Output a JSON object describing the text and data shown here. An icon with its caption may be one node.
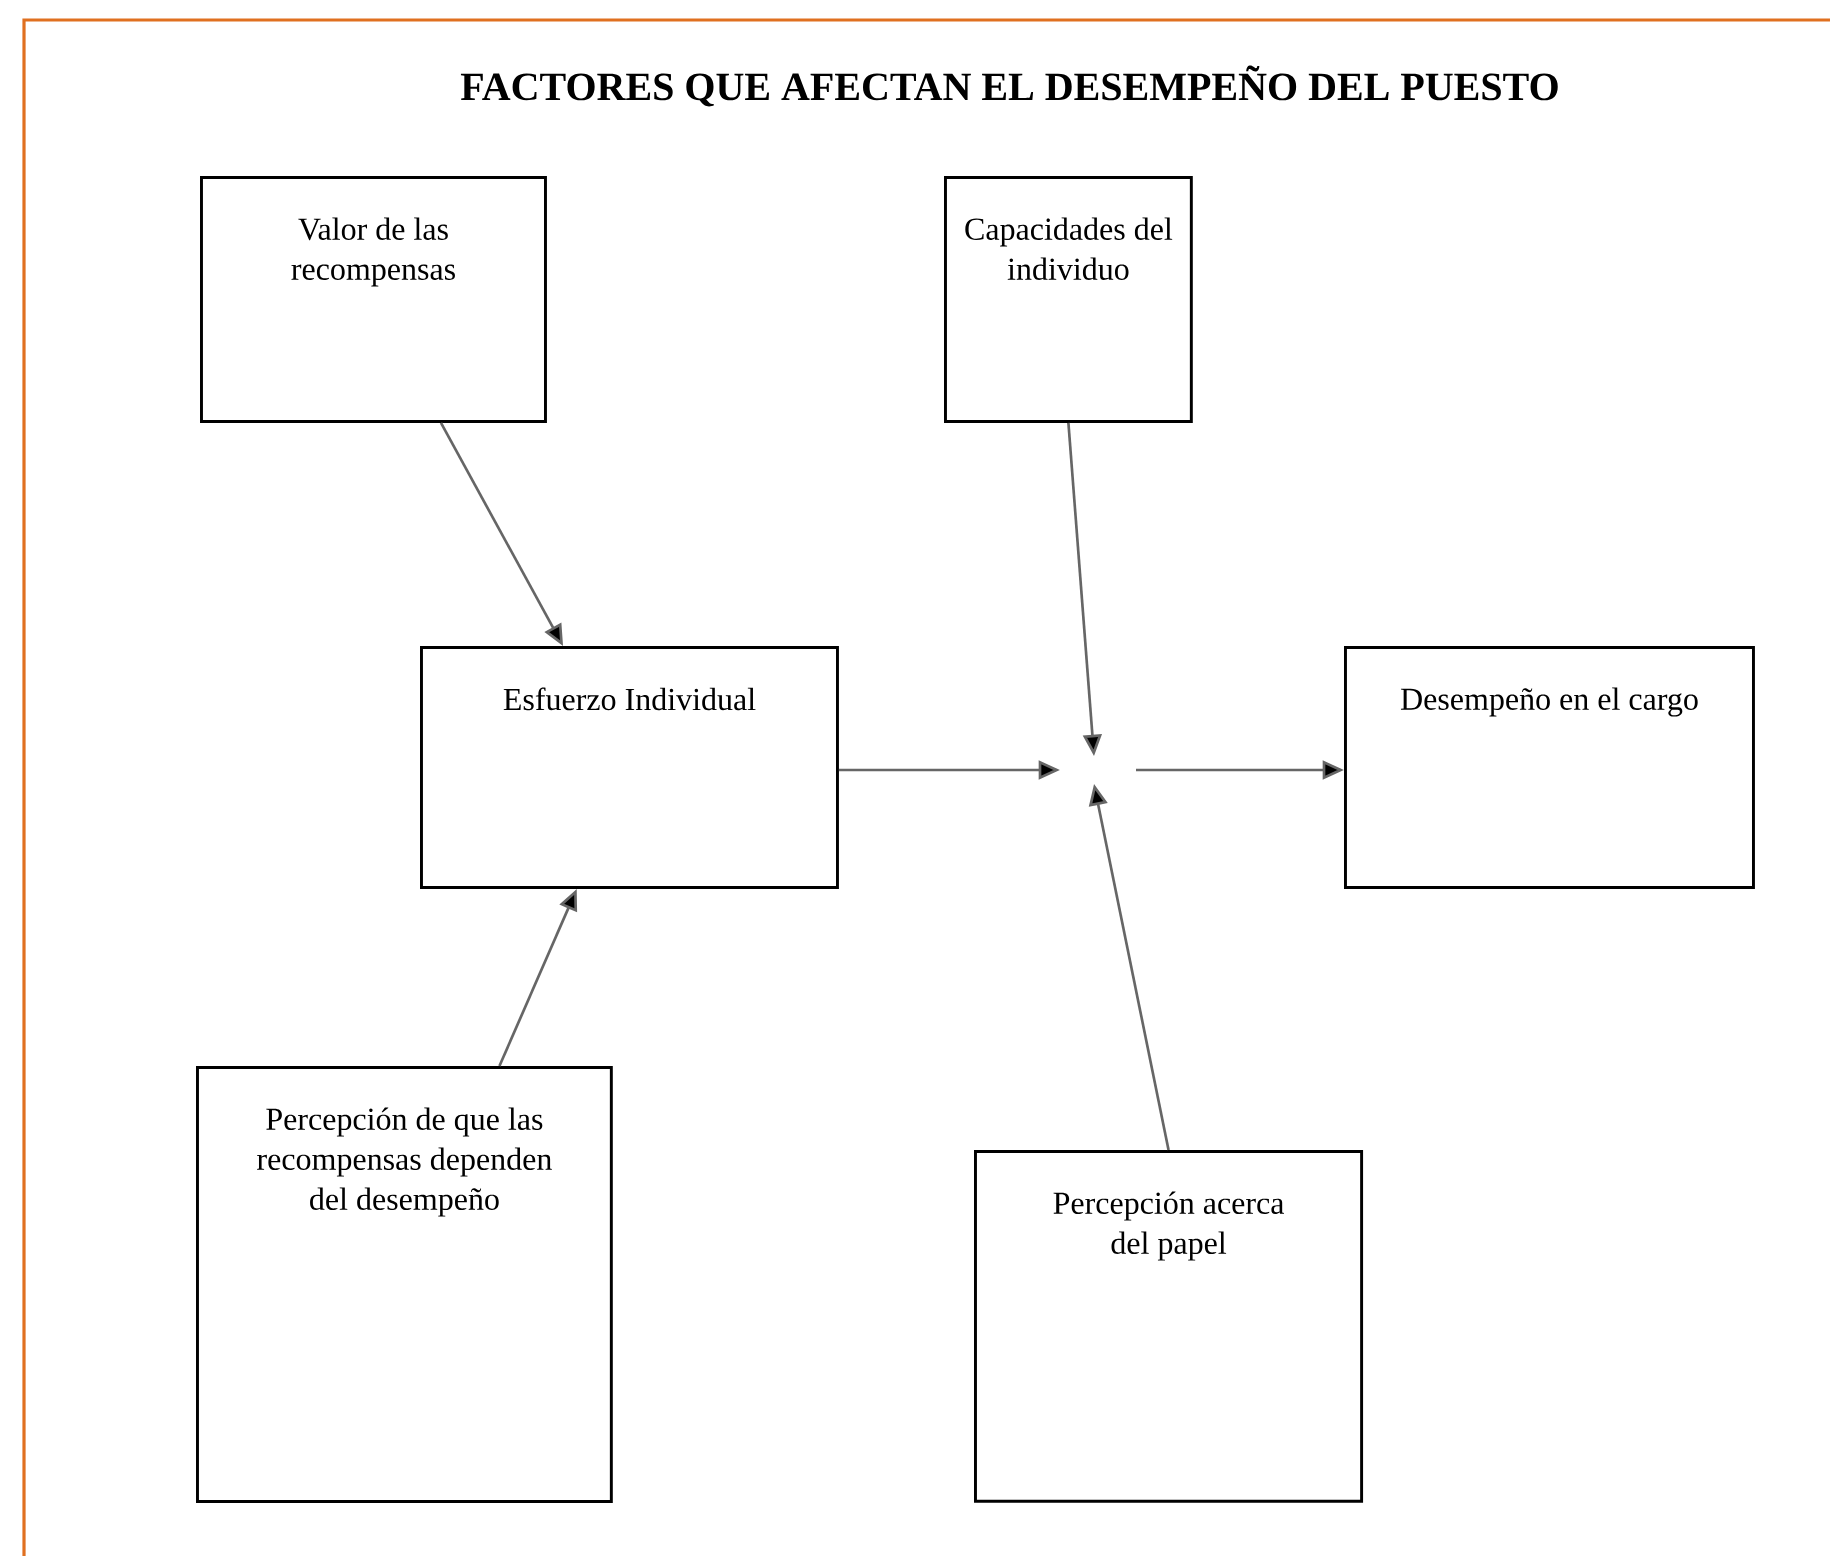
{
  "diagram": {
    "title": "FACTORES QUE AFECTAN EL DESEMPEÑO DEL PUESTO",
    "nodes": [
      {
        "text": [
          "Valor de las recompensas"
        ]
      },
      {
        "text": [
          "Capacidades del individuo"
        ]
      },
      {
        "text": [
          "Esfuerzo Individual"
        ]
      },
      {
        "text": [
          "Desempeño en el cargo"
        ]
      },
      {
        "text": [
          "Percepción de que las recompensas dependen del desempeño"
        ]
      },
      {
        "text": [
          "Percepción acerca del papel"
        ]
      }
    ],
    "edges": [
      {
        "from": 0,
        "to": 2,
        "arrow": "to"
      },
      {
        "from": 4,
        "to": 2,
        "arrow": "to"
      },
      {
        "from": 2,
        "to": null,
        "arrow": "to"
      },
      {
        "from": 1,
        "to": null,
        "arrow": "to"
      },
      {
        "from": 5,
        "to": null,
        "arrow": "to"
      },
      {
        "from": null,
        "to": 3,
        "arrow": "to"
      }
    ]
  }
}
